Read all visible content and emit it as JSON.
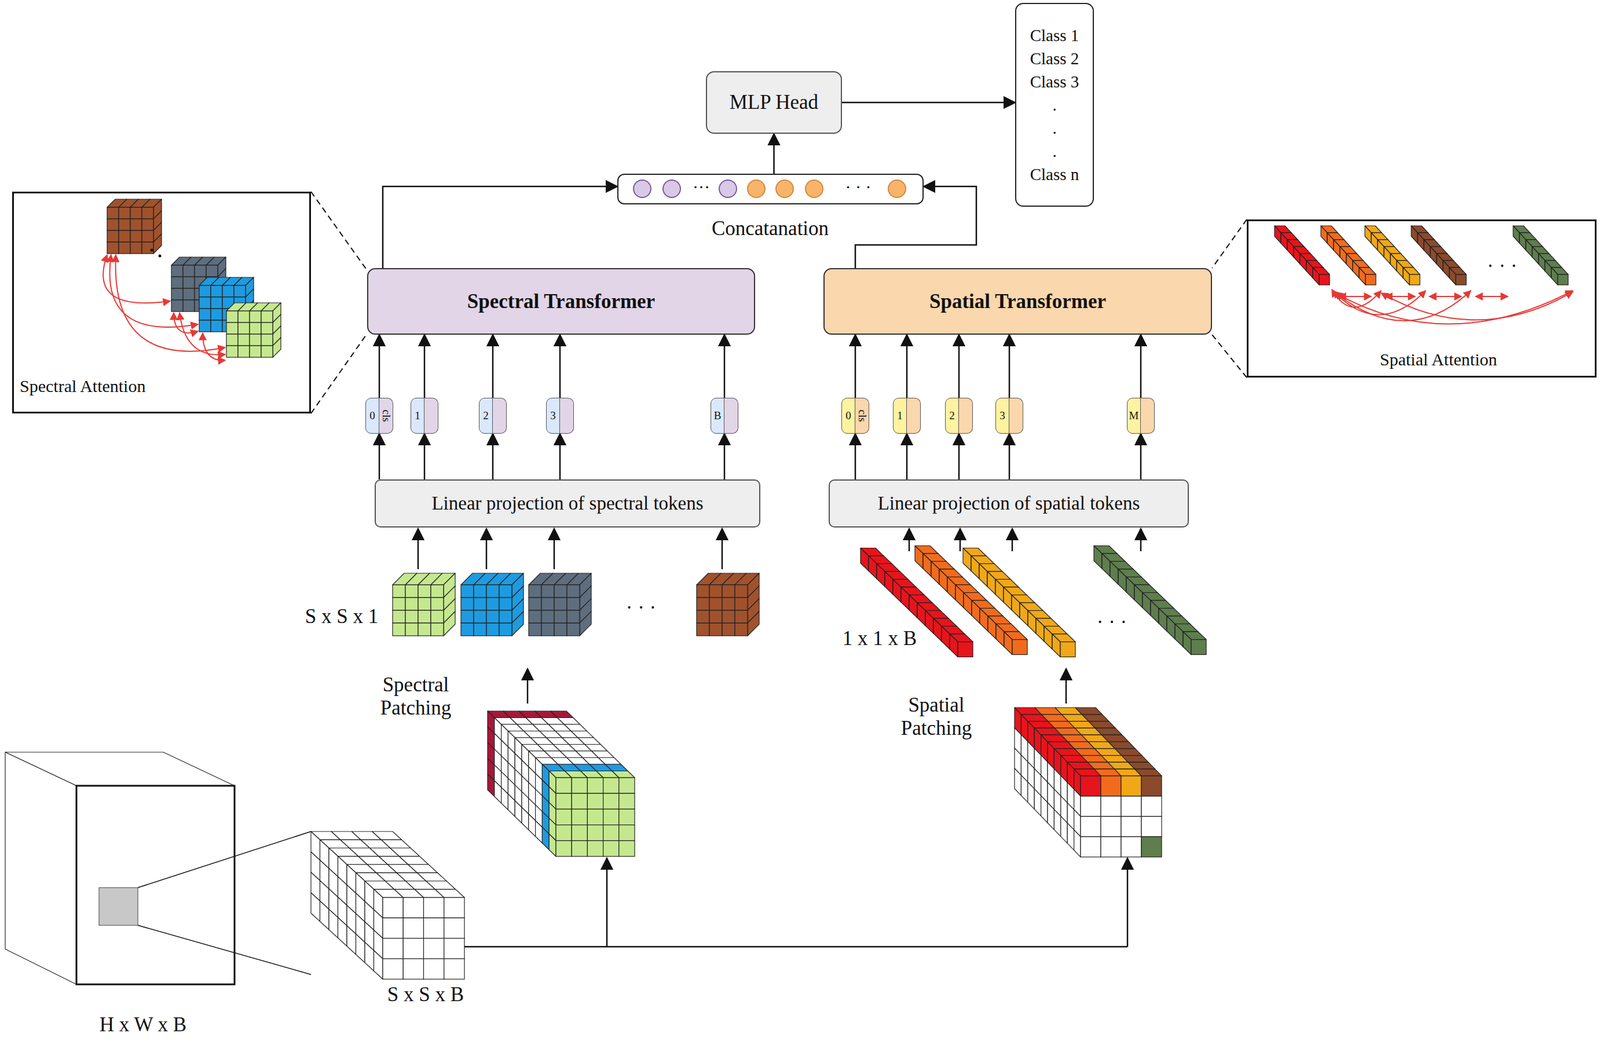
{
  "diagram": {
    "nodes": [
      {
        "text": [
          "MLP Head"
        ]
      },
      {
        "text": [
          "Class 1",
          "Class 2",
          "Class 3",
          ".",
          ".",
          ".",
          "Class n"
        ]
      },
      {
        "text": [
          "···",
          "· · ·",
          "Concatanation"
        ]
      },
      {
        "text": [
          "Spectral Attention"
        ]
      },
      {
        "text": [
          "Spectral Transformer"
        ]
      },
      {
        "text": [
          "Spatial Transformer"
        ]
      },
      {
        "text": [
          "Spatial Attention"
        ]
      },
      {
        "text": [
          "0",
          "cls"
        ]
      },
      {
        "text": [
          "1"
        ]
      },
      {
        "text": [
          "2"
        ]
      },
      {
        "text": [
          "3"
        ]
      },
      {
        "text": [
          "B"
        ]
      },
      {
        "text": [
          "0",
          "cls"
        ]
      },
      {
        "text": [
          "1"
        ]
      },
      {
        "text": [
          "2"
        ]
      },
      {
        "text": [
          "3"
        ]
      },
      {
        "text": [
          "M"
        ]
      },
      {
        "text": [
          "Linear projection of spectral tokens"
        ]
      },
      {
        "text": [
          "Linear projection of spatial tokens"
        ]
      }
    ],
    "edges": [
      {
        "from": 4,
        "to": 2,
        "arrow": "to"
      },
      {
        "from": 5,
        "to": 2,
        "arrow": "to"
      },
      {
        "from": 2,
        "to": 0,
        "arrow": "to"
      },
      {
        "from": 0,
        "to": 1,
        "arrow": "to"
      },
      {
        "from": 7,
        "to": 4,
        "arrow": "to"
      },
      {
        "from": 8,
        "to": 4,
        "arrow": "to"
      },
      {
        "from": 9,
        "to": 4,
        "arrow": "to"
      },
      {
        "from": 10,
        "to": 4,
        "arrow": "to"
      },
      {
        "from": 11,
        "to": 4,
        "arrow": "to"
      },
      {
        "from": 12,
        "to": 5,
        "arrow": "to"
      },
      {
        "from": 13,
        "to": 5,
        "arrow": "to"
      },
      {
        "from": 14,
        "to": 5,
        "arrow": "to"
      },
      {
        "from": 15,
        "to": 5,
        "arrow": "to"
      },
      {
        "from": 16,
        "to": 5,
        "arrow": "to"
      },
      {
        "from": 17,
        "to": 7,
        "arrow": "to"
      },
      {
        "from": 17,
        "to": 8,
        "arrow": "to"
      },
      {
        "from": 17,
        "to": 9,
        "arrow": "to"
      },
      {
        "from": 17,
        "to": 10,
        "arrow": "to"
      },
      {
        "from": 17,
        "to": 11,
        "arrow": "to"
      },
      {
        "from": 18,
        "to": 12,
        "arrow": "to"
      },
      {
        "from": 18,
        "to": 13,
        "arrow": "to"
      },
      {
        "from": 18,
        "to": 14,
        "arrow": "to"
      },
      {
        "from": 18,
        "to": 15,
        "arrow": "to"
      },
      {
        "from": 18,
        "to": 16,
        "arrow": "to"
      }
    ],
    "labels": [
      "S x S x 1",
      "1 x 1 x B",
      "Spectral Patching",
      "Spatial Patching",
      "S x S x B",
      "H x W x B",
      "· · ·",
      "· · ·",
      "· · ·"
    ]
  }
}
